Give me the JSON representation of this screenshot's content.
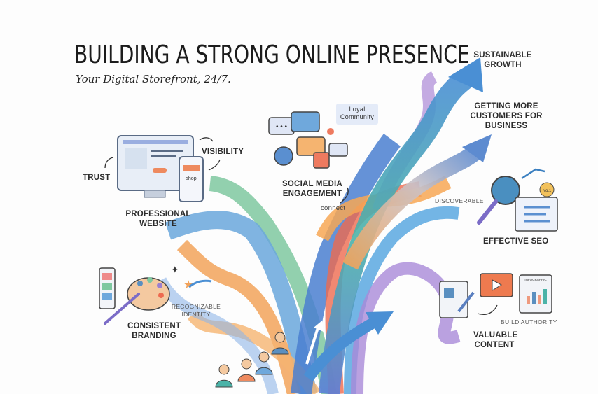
{
  "header": {
    "title": "BUILDING A STRONG ONLINE PRESENCE",
    "subtitle": "Your Digital Storefront, 24/7."
  },
  "sections": {
    "website": {
      "label_line1": "PROFESSIONAL",
      "label_line2": "WEBSITE",
      "trust": "TRUST",
      "visibility": "VISIBILITY",
      "shop_sign": "shop"
    },
    "social": {
      "label_line1": "SOCIAL MEDIA",
      "label_line2": "ENGAGEMENT",
      "bubble_line1": "Loyal",
      "bubble_line2": "Community",
      "connect": "connect"
    },
    "growth": {
      "label_line1": "SUSTAINABLE",
      "label_line2": "GROWTH"
    },
    "customers": {
      "label_line1": "GETTING MORE",
      "label_line2": "CUSTOMERS FOR",
      "label_line3": "BUSINESS"
    },
    "seo": {
      "label": "EFFECTIVE SEO",
      "discoverable": "DISCOVERABLE",
      "badge": "No.1"
    },
    "branding": {
      "label_line1": "CONSISTENT",
      "label_line2": "BRANDING",
      "identity_line1": "RECOGNIZABLE",
      "identity_line2": "IDENTITY"
    },
    "content": {
      "label_line1": "VALUABLE",
      "label_line2": "CONTENT",
      "authority": "BUILD AUTHORITY",
      "infographic": "INFOGRAPHIC"
    }
  },
  "colors": {
    "blue": "#4a8fd4",
    "teal": "#4bb3a8",
    "orange": "#f2a35b",
    "red": "#ee6a4f",
    "purple": "#9b7fd0",
    "green": "#7fc8a0"
  }
}
